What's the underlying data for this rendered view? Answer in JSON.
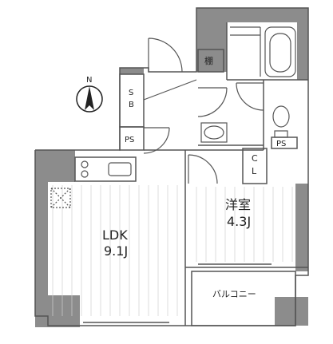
{
  "compass": {
    "north": "N"
  },
  "rooms": {
    "ldk_name": "LDK",
    "ldk_size": "9.1J",
    "western_name": "洋室",
    "western_size": "4.3J",
    "balcony": "バルコニー",
    "shelf": "棚",
    "shoe_box": "S\nB",
    "shoe_box_s": "S",
    "shoe_box_b": "B",
    "ps_left": "PS",
    "ps_right": "PS",
    "closet_c": "C",
    "closet_l": "L"
  }
}
